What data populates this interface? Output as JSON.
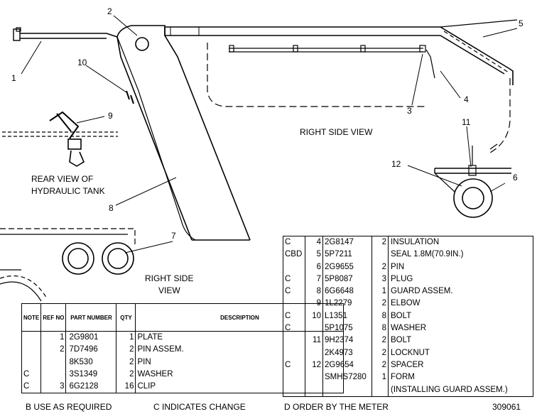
{
  "callouts": [
    "1",
    "2",
    "3",
    "4",
    "5",
    "6",
    "7",
    "8",
    "9",
    "10",
    "11",
    "12"
  ],
  "views": {
    "right_side_top": "RIGHT SIDE VIEW",
    "rear_line1": "REAR VIEW OF",
    "rear_line2": "HYDRAULIC TANK",
    "right_side_bottom_line1": "RIGHT SIDE",
    "right_side_bottom_line2": "VIEW"
  },
  "left_table": {
    "headers": [
      "NOTE",
      "REF NO",
      "PART NUMBER",
      "QTY",
      "DESCRIPTION"
    ],
    "rows": [
      {
        "note": "",
        "ref": "1",
        "part": "2G9801",
        "qty": "1",
        "desc": "PLATE"
      },
      {
        "note": "",
        "ref": "2",
        "part": "7D7496",
        "qty": "2",
        "desc": "PIN ASSEM."
      },
      {
        "note": "",
        "ref": "",
        "part": "8K530",
        "qty": "2",
        "desc": "PIN"
      },
      {
        "note": "C",
        "ref": "",
        "part": "3S1349",
        "qty": "2",
        "desc": "WASHER"
      },
      {
        "note": "C",
        "ref": "3",
        "part": "6G2128",
        "qty": "16",
        "desc": "CLIP"
      },
      {
        "note": "",
        "ref": "",
        "part": "",
        "qty": "",
        "desc": ""
      }
    ]
  },
  "right_table": {
    "rows": [
      {
        "note": "C",
        "ref": "4",
        "part": "2G8147",
        "qty": "2",
        "desc": "INSULATION"
      },
      {
        "note": "CBD",
        "ref": "5",
        "part": "5P7211",
        "qty": "",
        "desc": "SEAL 1.8M(70.9IN.)"
      },
      {
        "note": "",
        "ref": "6",
        "part": "2G9655",
        "qty": "2",
        "desc": "PIN"
      },
      {
        "note": "C",
        "ref": "7",
        "part": "5P8087",
        "qty": "3",
        "desc": "PLUG"
      },
      {
        "note": "C",
        "ref": "8",
        "part": "6G6648",
        "qty": "1",
        "desc": "GUARD ASSEM."
      },
      {
        "note": "",
        "ref": "9",
        "part": "1L2279",
        "qty": "2",
        "desc": "ELBOW"
      },
      {
        "note": "C",
        "ref": "10",
        "part": "L1351",
        "qty": "8",
        "desc": "BOLT"
      },
      {
        "note": "C",
        "ref": "",
        "part": "5P1075",
        "qty": "8",
        "desc": "WASHER"
      },
      {
        "note": "",
        "ref": "11",
        "part": "9H2374",
        "qty": "2",
        "desc": "BOLT"
      },
      {
        "note": "",
        "ref": "",
        "part": "2K4973",
        "qty": "2",
        "desc": "LOCKNUT"
      },
      {
        "note": "C",
        "ref": "12",
        "part": "2G9654",
        "qty": "2",
        "desc": "SPACER"
      },
      {
        "note": "",
        "ref": "",
        "part": "SMHS7280",
        "qty": "1",
        "desc": "FORM"
      },
      {
        "note": "",
        "ref": "",
        "part": "",
        "qty": "",
        "desc": "(INSTALLING GUARD ASSEM.)"
      }
    ]
  },
  "footnotes": {
    "b": "B    USE AS REQUIRED",
    "c": "C    INDICATES CHANGE",
    "d": "D    ORDER BY THE METER",
    "fig": "309061"
  }
}
